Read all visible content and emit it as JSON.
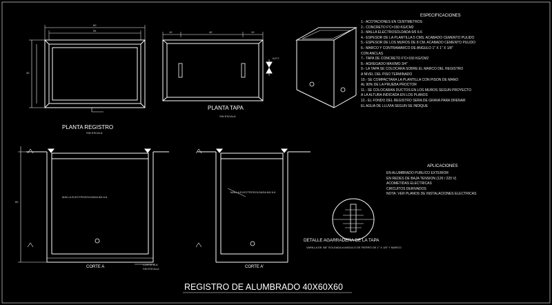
{
  "title": "REGISTRO DE ALUMBRADO 40X60X60",
  "views": {
    "planta_registro": "PLANTA REGISTRO",
    "planta_registro_scale": "SIN ESCALA",
    "planta_tapa": "PLANTA TAPA",
    "planta_tapa_scale": "SIN ESCALA",
    "corte_a": "CORTE A",
    "corte_a2": "CORTE A'",
    "detalle": "DETALLE AGARRADERA DE LA TAPA"
  },
  "dims": {
    "top_overall": "60",
    "top_inner": "54",
    "side": "40",
    "tapa_left": "10",
    "tapa_mid": "40",
    "tapa_right": "10",
    "section_height": "60"
  },
  "notes": {
    "malla_a": "MALLA ELECTROSOLDADA 6/6 6-6",
    "malla_b": "MALLA ELECTROSOLDADA 6/6 6-6",
    "nivel": "N.P.T.",
    "corte_a_tag": "CORTE A-A'",
    "corte_a_tag_scale": "SIN ESCALA",
    "detalle_sub": "VARILLA DE 3/8\" SOLDADA A ANGULO DE FIERRO DE 1\" X 1/8\" Y MARCO"
  },
  "specs_title": "ESPECIFICACIONES",
  "specs": [
    "1.- ACOTACIONES EN CENTIMETROS",
    "2.- CONCRETO F'C=150 KG/CM2",
    "3.- MALLA ELECTROSOLDADA 6/6 6-6",
    "4.- ESPESOR DE LA PLANTILLA 5 CMS. ACABADO CEMENTO PULIDO",
    "5.- ESPESOR DE LOS MUROS DE 8 CM. ACABADO CEMENTO PULIDO",
    "6.- MARCO Y CONTRAMARCO DE ANGULO 1\" X 1\" X 1/8\"",
    "   CON ANCLAS",
    "7.- TAPA DE CONCRETO F'C=150 KG/CM2",
    "8.- AGREGADO MAXIMO 3/4\"",
    "9.- LA TAPA SE COLOCARA SOBRE EL MARCO DEL REGISTRO",
    "   A NIVEL DEL PISO TERMINADO",
    "10.- SE COMPACTARA LA PLANTILLA CON PISON DE MANO",
    "   AL 90% DE LA PRUEBA PROCTOR",
    "11.- SE COLOCARAN DUCTOS EN LOS MUROS SEGUN PROYECTO",
    "   A LA ALTURA INDICADA EN LOS PLANOS",
    "12.- EL FONDO DEL REGISTRO SERA DE GRAVA PARA DRENAR",
    "   EL AGUA DE LLUVIA SEGUN SE INDIQUE"
  ],
  "aplic_title": "APLICACIONES",
  "aplicaciones": [
    "EN ALUMBRADO PUBLICO EXTERIOR",
    "EN REDES DE BAJA TENSION (120 / 220 V)",
    "ACOMETIDAS ELECTRICAS",
    "CIRCUITOS DERIVADOS",
    "NOTA: VER PLANOS DE INSTALACIONES ELECTRICAS"
  ],
  "colors": {
    "line": "#ffffff",
    "background": "#000000"
  }
}
